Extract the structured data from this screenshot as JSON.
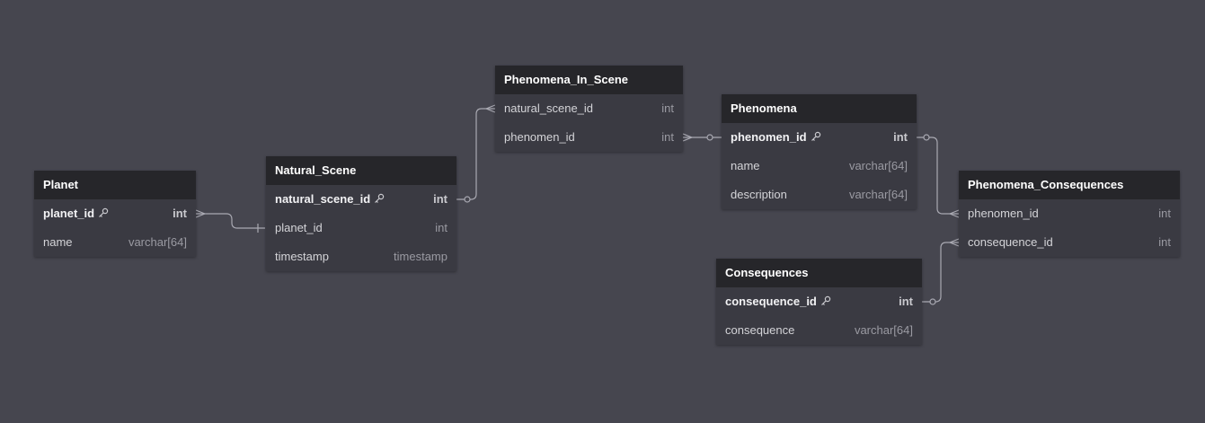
{
  "tables": [
    {
      "id": "planet",
      "name": "Planet",
      "columns": [
        {
          "name": "planet_id",
          "type": "int",
          "pk": true
        },
        {
          "name": "name",
          "type": "varchar[64]",
          "pk": false
        }
      ]
    },
    {
      "id": "natural-scene",
      "name": "Natural_Scene",
      "columns": [
        {
          "name": "natural_scene_id",
          "type": "int",
          "pk": true
        },
        {
          "name": "planet_id",
          "type": "int",
          "pk": false
        },
        {
          "name": "timestamp",
          "type": "timestamp",
          "pk": false
        }
      ]
    },
    {
      "id": "phenomena-in-scene",
      "name": "Phenomena_In_Scene",
      "columns": [
        {
          "name": "natural_scene_id",
          "type": "int",
          "pk": false
        },
        {
          "name": "phenomen_id",
          "type": "int",
          "pk": false
        }
      ]
    },
    {
      "id": "phenomena",
      "name": "Phenomena",
      "columns": [
        {
          "name": "phenomen_id",
          "type": "int",
          "pk": true
        },
        {
          "name": "name",
          "type": "varchar[64]",
          "pk": false
        },
        {
          "name": "description",
          "type": "varchar[64]",
          "pk": false
        }
      ]
    },
    {
      "id": "phenomena-consequences",
      "name": "Phenomena_Consequences",
      "columns": [
        {
          "name": "phenomen_id",
          "type": "int",
          "pk": false
        },
        {
          "name": "consequence_id",
          "type": "int",
          "pk": false
        }
      ]
    },
    {
      "id": "consequences",
      "name": "Consequences",
      "columns": [
        {
          "name": "consequence_id",
          "type": "int",
          "pk": true
        },
        {
          "name": "consequence",
          "type": "varchar[64]",
          "pk": false
        }
      ]
    }
  ],
  "relationships": [
    {
      "from": "Natural_Scene.planet_id",
      "from_card": "one",
      "to": "Planet.planet_id",
      "to_card": "many"
    },
    {
      "from": "Natural_Scene.natural_scene_id",
      "from_card": "zero-or-one",
      "to": "Phenomena_In_Scene.natural_scene_id",
      "to_card": "many"
    },
    {
      "from": "Phenomena_In_Scene.phenomen_id",
      "from_card": "many",
      "to": "Phenomena.phenomen_id",
      "to_card": "zero-or-one"
    },
    {
      "from": "Phenomena.phenomen_id",
      "from_card": "zero-or-one",
      "to": "Phenomena_Consequences.phenomen_id",
      "to_card": "many"
    },
    {
      "from": "Consequences.consequence_id",
      "from_card": "zero-or-one",
      "to": "Phenomena_Consequences.consequence_id",
      "to_card": "many"
    }
  ],
  "colors": {
    "canvas_background": "#46464f",
    "table_header": "#26262a",
    "table_body": "#3a3a42",
    "edge": "#a9a9b2"
  },
  "icons": {
    "primary_key": "key-icon"
  }
}
